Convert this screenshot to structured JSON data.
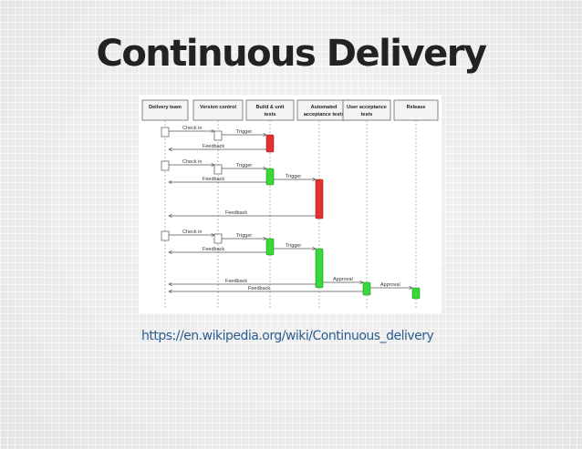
{
  "slide": {
    "title": "Continuous Delivery",
    "link": "https://en.wikipedia.org/wiki/Continuous_delivery"
  },
  "diagram": {
    "lanes": [
      {
        "id": "delivery",
        "label1": "Delivery team",
        "label2": ""
      },
      {
        "id": "vc",
        "label1": "Version control",
        "label2": ""
      },
      {
        "id": "build",
        "label1": "Build & unit",
        "label2": "tests"
      },
      {
        "id": "auto",
        "label1": "Automated",
        "label2": "acceptance tests"
      },
      {
        "id": "uat",
        "label1": "User acceptance",
        "label2": "tests"
      },
      {
        "id": "release",
        "label1": "Release",
        "label2": ""
      }
    ],
    "messages": {
      "check_in": "Check in",
      "trigger": "Trigger",
      "feedback": "Feedback",
      "approval": "Approval"
    },
    "colors": {
      "fail": "#e03232",
      "pass": "#37d837"
    }
  }
}
